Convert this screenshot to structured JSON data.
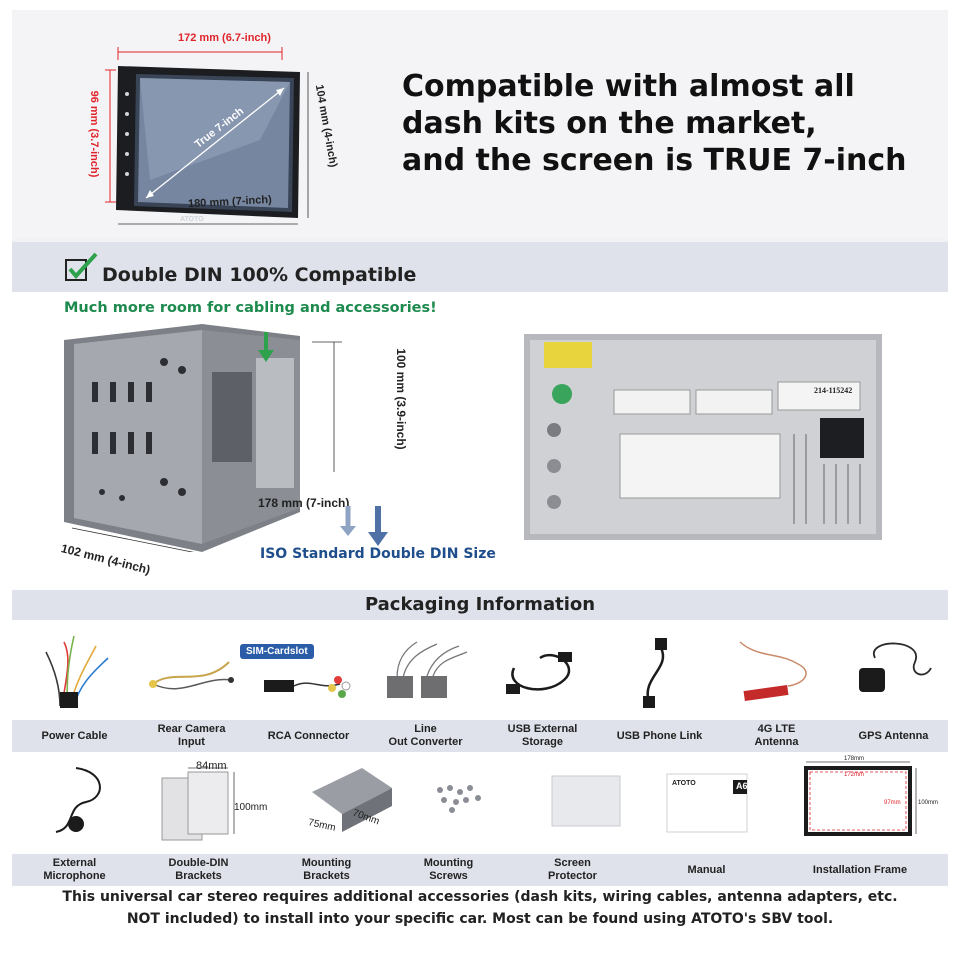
{
  "top": {
    "headline": [
      "Compatible with almost all",
      "dash kits on the market,",
      "and the screen is TRUE 7-inch"
    ],
    "dims": {
      "width_glass": "172 mm (6.7-inch)",
      "height_glass": "96 mm (3.7-inch)",
      "height_frame": "104 mm (4-inch)",
      "width_frame": "180 mm (7-inch)",
      "diagonal": "True 7-inch",
      "brand": "ATOTO"
    }
  },
  "din": {
    "title": "Double DIN 100% Compatible",
    "subtitle": "Much more room for cabling and accessories!",
    "height": "100 mm (3.9-inch)",
    "width": "178 mm (7-inch)",
    "depth": "102 mm (4-inch)",
    "iso": "ISO Standard Double DIN Size",
    "back_label_code": "214-115242"
  },
  "packaging": {
    "title": "Packaging Information",
    "row1": [
      {
        "label": "Power Cable"
      },
      {
        "label": "Rear Camera\nInput"
      },
      {
        "label": "RCA Connector",
        "tag": "SIM-Cardslot"
      },
      {
        "label": "Line\nOut Converter"
      },
      {
        "label": "USB External\nStorage"
      },
      {
        "label": "USB Phone Link"
      },
      {
        "label": "4G LTE\nAntenna"
      },
      {
        "label": "GPS Antenna"
      }
    ],
    "row2": [
      {
        "label": "External\nMicrophone"
      },
      {
        "label": "Double-DIN\nBrackets"
      },
      {
        "label": "Mounting\nBrackets"
      },
      {
        "label": "Mounting\nScrews"
      },
      {
        "label": "Screen\nProtector"
      },
      {
        "label": "Manual"
      },
      {
        "label": "Installation Frame"
      }
    ],
    "bracket_dims": {
      "w": "84mm",
      "h": "100mm"
    },
    "mount_dims": {
      "a": "75mm",
      "b": "70mm"
    },
    "manual_brand": "ATOTO",
    "manual_model": "A6",
    "frame_dims": {
      "outer_w": "178mm",
      "inner_w": "172mm",
      "inner_h": "97mm",
      "outer_h": "100mm"
    },
    "footer": [
      "This universal car stereo requires additional accessories (dash kits, wiring cables, antenna adapters, etc.",
      "NOT included) to install into your specific car. Most can be found using ATOTO's SBV tool."
    ]
  }
}
